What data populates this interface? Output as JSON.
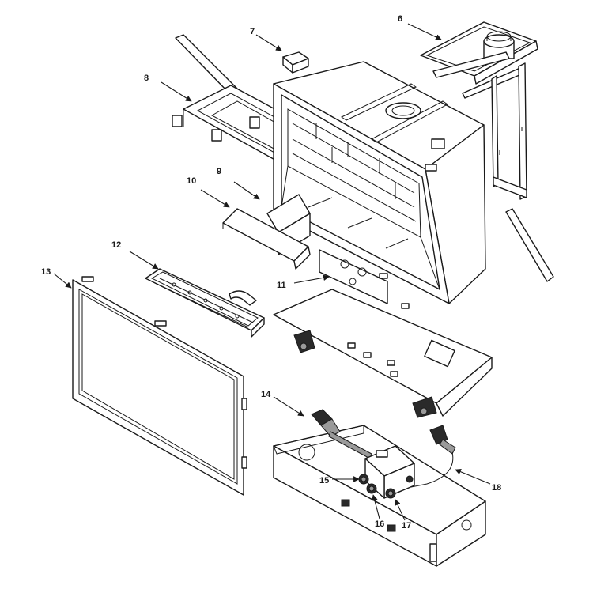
{
  "callouts": {
    "c6": "6",
    "c7": "7",
    "c8": "8",
    "c9": "9",
    "c10": "10",
    "c11": "11",
    "c12": "12",
    "c13": "13",
    "c14": "14",
    "c15": "15",
    "c16": "16",
    "c17": "17",
    "c18": "18"
  },
  "colors": {
    "line": "#1a1a1a",
    "background": "#ffffff"
  }
}
